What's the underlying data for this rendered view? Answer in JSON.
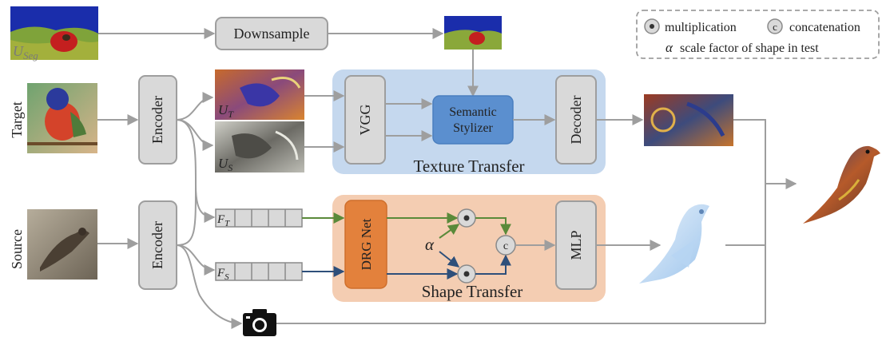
{
  "nodes": {
    "downsample": "Downsample",
    "encoder_target": "Encoder",
    "encoder_source": "Encoder",
    "vgg": "VGG",
    "semantic_stylizer_line1": "Semantic",
    "semantic_stylizer_line2": "Stylizer",
    "decoder": "Decoder",
    "drg_net": "DRG Net",
    "mlp": "MLP",
    "concat_symbol": "c"
  },
  "labels": {
    "target": "Target",
    "source": "Source",
    "u_seg": "U",
    "u_seg_sub": "Seg",
    "u_t": "U",
    "u_t_sub": "T",
    "u_s": "U",
    "u_s_sub": "S",
    "f_t": "F",
    "f_t_sub": "T",
    "f_s": "F",
    "f_s_sub": "S",
    "alpha": "α"
  },
  "groups": {
    "texture_transfer": "Texture Transfer",
    "shape_transfer": "Shape Transfer"
  },
  "legend": {
    "multiplication": "multiplication",
    "concatenation_symbol": "c",
    "concatenation": "concatenation",
    "alpha_symbol": "α",
    "alpha_desc": "scale factor of shape in test"
  },
  "colors": {
    "texture_panel": "#c5d8ee",
    "shape_panel": "#f4cdb2",
    "stylizer": "#5b8fcf",
    "drg_net": "#e3813c",
    "green_arrow": "#5a8a3a",
    "blue_arrow": "#2e4f7a"
  }
}
